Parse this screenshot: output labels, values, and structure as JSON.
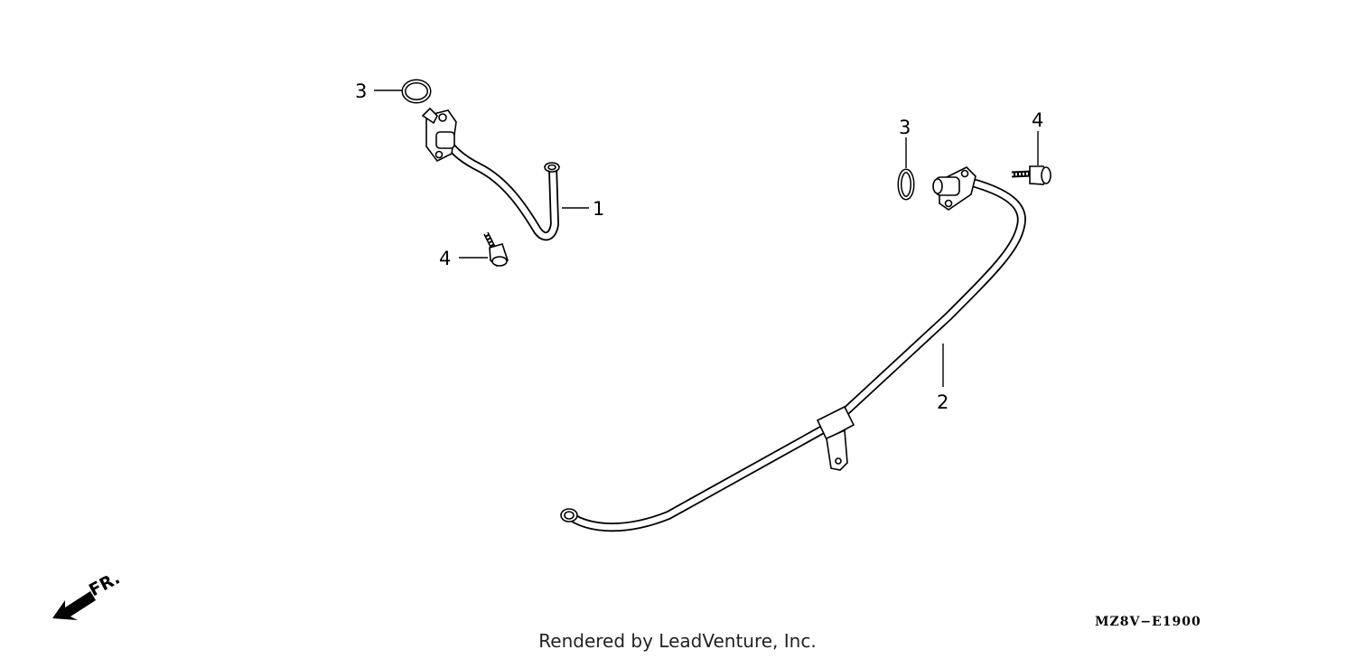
{
  "callouts": {
    "part1": "1",
    "part2": "2",
    "part3_left": "3",
    "part3_right": "3",
    "part4_left": "4",
    "part4_right": "4"
  },
  "direction_label": "FR.",
  "diagram_code": "MZ8V−E1900",
  "credit": "Rendered by LeadVenture, Inc.",
  "colors": {
    "line": "#000000",
    "background": "#ffffff"
  }
}
